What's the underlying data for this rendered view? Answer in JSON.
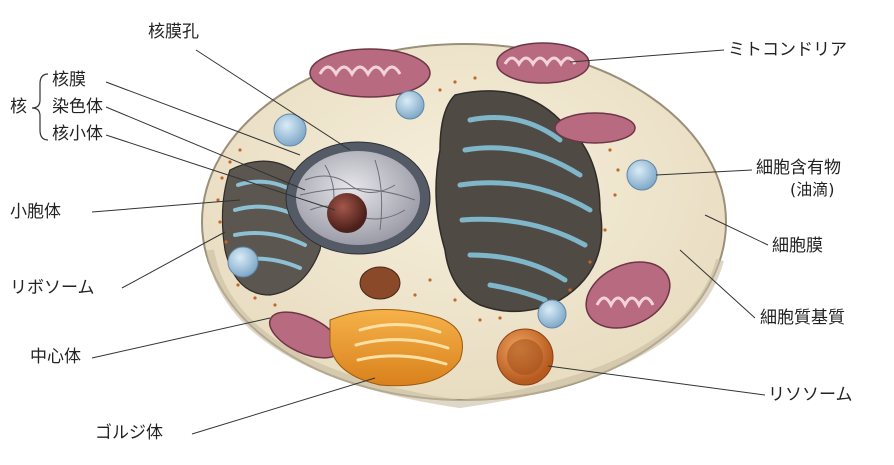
{
  "labels": {
    "nuclear_pore": "核膜孔",
    "nucleus_group": "核",
    "nuclear_membrane": "核膜",
    "chromatin": "染色体",
    "nucleolus": "核小体",
    "vesicle": "小胞体",
    "ribosome": "リボソーム",
    "centrosome": "中心体",
    "golgi": "ゴルジ体",
    "mitochondria": "ミトコンドリア",
    "inclusion": "細胞含有物",
    "inclusion_sub": "(油滴)",
    "cell_membrane": "細胞膜",
    "cytoplasm": "細胞質基質",
    "lysosome": "リソソーム"
  }
}
